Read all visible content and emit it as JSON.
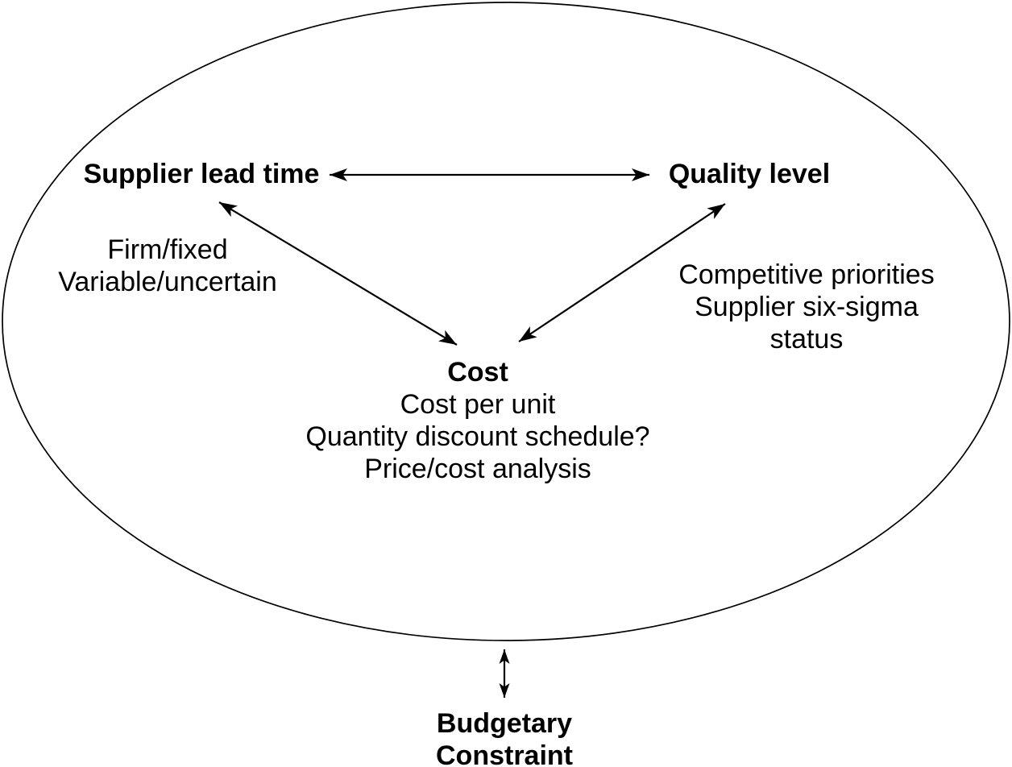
{
  "figure": {
    "background_color": "#ffffff",
    "line_color": "#000000",
    "text_color": "#000000"
  },
  "nodes": {
    "supplier_lead_time": {
      "label": "Supplier lead time"
    },
    "quality_level": {
      "label": "Quality level"
    },
    "cost": {
      "label": "Cost",
      "details": [
        "Cost per unit",
        "Quantity discount schedule?",
        "Price/cost analysis"
      ]
    },
    "budgetary_constraint": {
      "lines": [
        "Budgetary",
        "Constraint"
      ]
    }
  },
  "annotations": {
    "supplier_cost_edge": {
      "lines": [
        "Firm/fixed",
        "Variable/uncertain"
      ]
    },
    "quality_cost_edge": {
      "lines": [
        "Competitive priorities",
        "Supplier six-sigma",
        "status"
      ]
    }
  }
}
